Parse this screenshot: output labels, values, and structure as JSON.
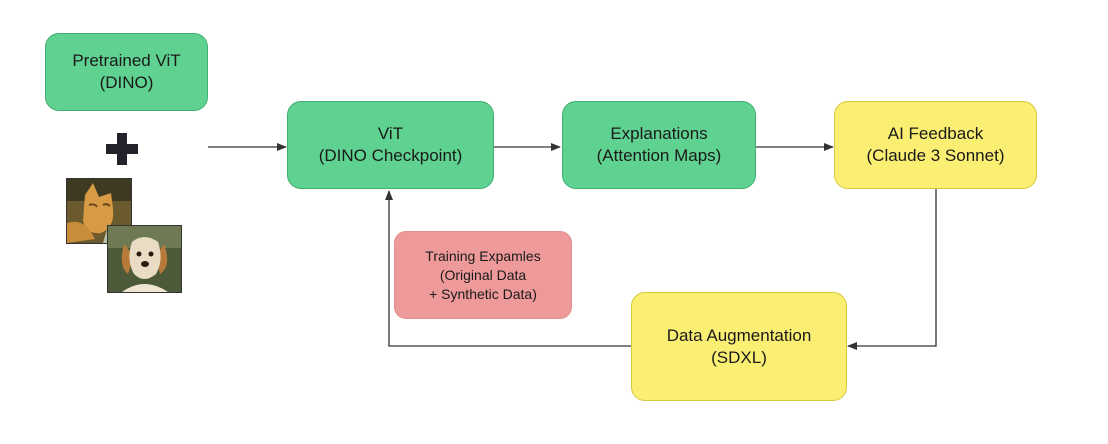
{
  "nodes": {
    "pretrained": {
      "line1": "Pretrained ViT",
      "line2": "(DINO)"
    },
    "vit": {
      "line1": "ViT",
      "line2": "(DINO Checkpoint)"
    },
    "explanations": {
      "line1": "Explanations",
      "line2": "(Attention Maps)"
    },
    "ai_feedback": {
      "line1": "AI Feedback",
      "line2": "(Claude 3 Sonnet)"
    },
    "augmentation": {
      "line1": "Data Augmentation",
      "line2": "(SDXL)"
    },
    "training": {
      "line1": "Training Expamles",
      "line2": "(Original Data",
      "line3": "+ Synthetic Data)"
    }
  },
  "images": {
    "cat": "cat photo",
    "dog": "dog photo"
  },
  "colors": {
    "green": "#5fd190",
    "yellow": "#fbef73",
    "pink": "#ef9a9a",
    "arrow": "#333333"
  }
}
